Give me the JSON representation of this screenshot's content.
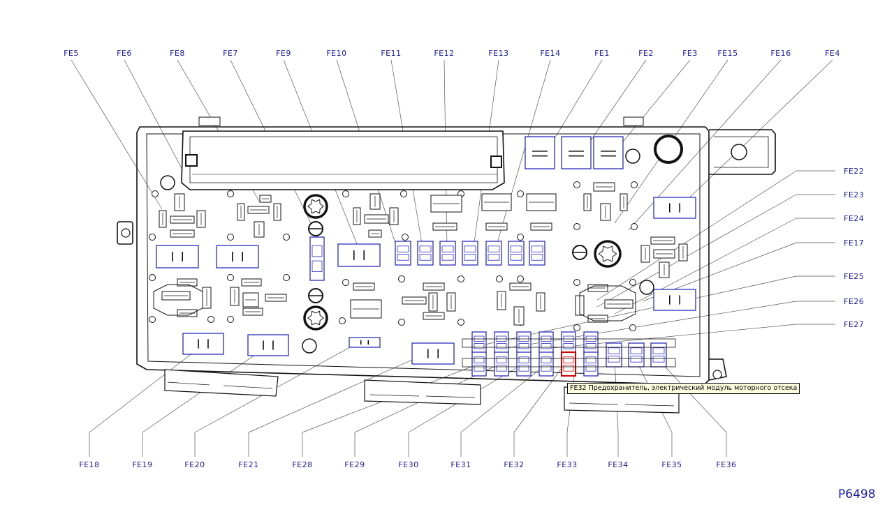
{
  "figure_id": "P6498",
  "tooltip": "FE32 Предохранитель, электрический модуль моторного отсека",
  "colors": {
    "label": "#1a1a9e",
    "fuse": "#2b2bbd",
    "highlight": "#d40000",
    "line": "#000000"
  },
  "labels": {
    "top": [
      "FE5",
      "FE6",
      "FE8",
      "FE7",
      "FE9",
      "FE10",
      "FE11",
      "FE12",
      "FE13",
      "FE14",
      "FE1",
      "FE2",
      "FE3",
      "FE15",
      "FE16",
      "FE4"
    ],
    "right": [
      "FE22",
      "FE23",
      "FE24",
      "FE17",
      "FE25",
      "FE26",
      "FE27"
    ],
    "bottom": [
      "FE18",
      "FE19",
      "FE20",
      "FE21",
      "FE28",
      "FE29",
      "FE30",
      "FE31",
      "FE32",
      "FE33",
      "FE34",
      "FE35",
      "FE36"
    ]
  }
}
